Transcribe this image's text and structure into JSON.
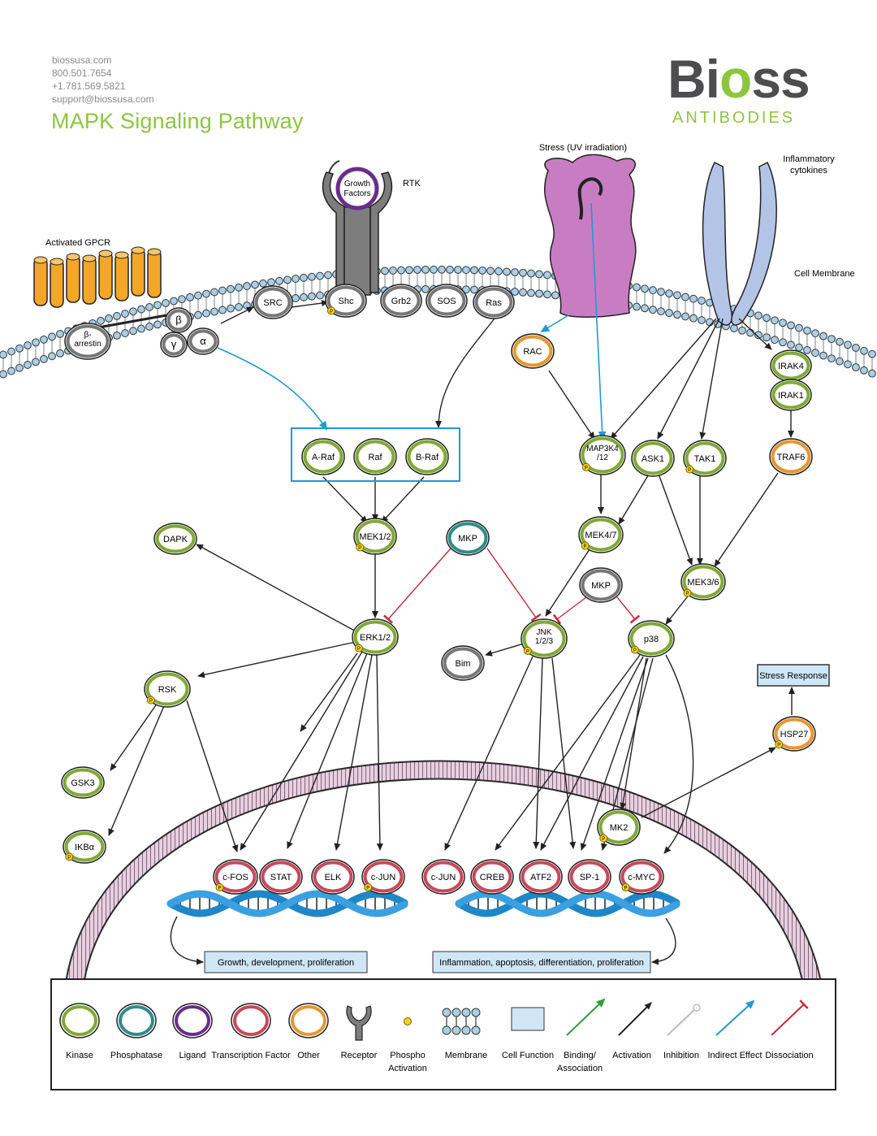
{
  "header": {
    "contact": [
      "biossusa.com",
      "800.501.7654",
      "+1.781.569.5821",
      "support@biossusa.com"
    ],
    "title": "MAPK Signaling Pathway",
    "logo_text": "Bioss",
    "logo_subtext": "ANTIBODIES"
  },
  "colors": {
    "kinase": "#7fa935",
    "phosphatase": "#2e8c8c",
    "ligand": "#6a2d8a",
    "transcription_factor": "#c8485a",
    "other": "#e8962e",
    "activation": "#222222",
    "indirect": "#1e9ad6",
    "dissociation": "#c8283a",
    "binding": "#2e9e3e",
    "inhibition": "#bbbbbb",
    "cell_function_fill": "#cfe6f7",
    "membrane": "#a8cfe6",
    "nucleus": "#d9b8cf",
    "cytokine": "#b4c4e6",
    "uv_receptor": "#c87dc2"
  },
  "labels": {
    "gpcr": "Activated GPCR",
    "rtk": "RTK",
    "growth_factors": [
      "Growth",
      "Factors"
    ],
    "stress": "Stress (UV irradiation)",
    "inflammatory": [
      "Inflammatory",
      "cytokines"
    ],
    "cell_membrane": "Cell Membrane"
  },
  "nodes": {
    "arrestin": [
      "β-",
      "arrestin"
    ],
    "beta": "β",
    "gamma": "γ",
    "alpha": "α",
    "src": "SRC",
    "shc": "Shc",
    "grb2": "Grb2",
    "sos": "SOS",
    "ras": "Ras",
    "araf": "A-Raf",
    "raf": "Raf",
    "braf": "B-Raf",
    "mek12": "MEK1/2",
    "mkp1": "MKP",
    "dapk": "DAPK",
    "erk12": "ERK1/2",
    "rsk": "RSK",
    "gsk3": "GSK3",
    "ikba": "IKBα",
    "rac": "RAC",
    "map3k4": [
      "MAP3K4",
      "/12"
    ],
    "ask1": "ASK1",
    "tak1": "TAK1",
    "irak4": "IRAK4",
    "irak1": "IRAK1",
    "traf6": "TRAF6",
    "mek47": "MEK4/7",
    "mkp2": "MKP",
    "mek36": "MEK3/6",
    "jnk": [
      "JNK",
      "1/2/3"
    ],
    "bim": "Bim",
    "p38": "p38",
    "hsp27": "HSP27",
    "mk2": "MK2",
    "cfos": "c-FOS",
    "stat": "STAT",
    "elk": "ELK",
    "cjun1": "c-JUN",
    "cjun2": "c-JUN",
    "creb": "CREB",
    "atf2": "ATF2",
    "sp1": "SP-1",
    "cmyc": "c-MYC",
    "phospho": "P"
  },
  "boxes": {
    "stress_response": "Stress Response",
    "growth": "Growth, development, proliferation",
    "inflammation": "Inflammation, apoptosis, differentiation, proliferation"
  },
  "legend": {
    "kinase": "Kinase",
    "phosphatase": "Phosphatase",
    "ligand": "Ligand",
    "tf": "Transcription Factor",
    "other": "Other",
    "receptor": "Receptor",
    "phospho": [
      "Phospho",
      "Activation"
    ],
    "membrane": "Membrane",
    "cell_function": "Cell Function",
    "binding": [
      "Binding/",
      "Association"
    ],
    "activation": "Activation",
    "inhibition": "Inhibition",
    "indirect": "Indirect Effect",
    "dissociation": "Dissociation"
  }
}
